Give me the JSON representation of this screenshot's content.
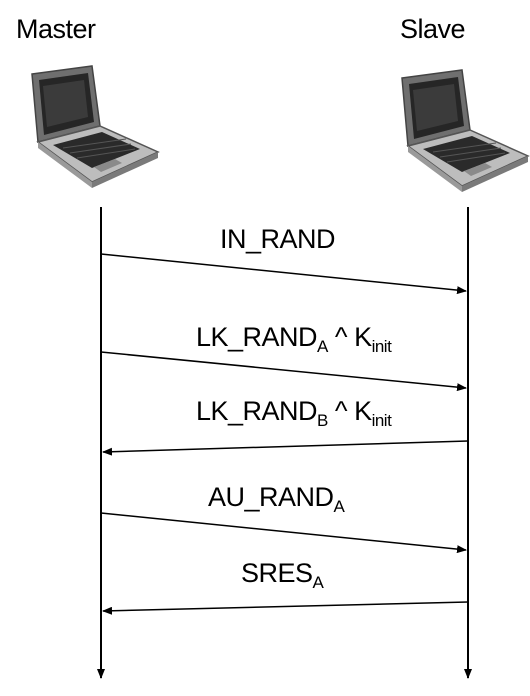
{
  "parties": {
    "master": "Master",
    "slave": "Slave"
  },
  "messages": [
    {
      "text": "IN_RAND",
      "sub": "",
      "suffix": "",
      "direction": "master-to-slave"
    },
    {
      "text": "LK_RAND",
      "sub": "A",
      "suffix": " ^ K",
      "suffix_sub": "init",
      "direction": "master-to-slave"
    },
    {
      "text": "LK_RAND",
      "sub": "B",
      "suffix": " ^ K",
      "suffix_sub": "init",
      "direction": "slave-to-master"
    },
    {
      "text": "AU_RAND",
      "sub": "A",
      "suffix": "",
      "direction": "master-to-slave"
    },
    {
      "text": "SRES",
      "sub": "A",
      "suffix": "",
      "direction": "slave-to-master"
    }
  ],
  "icons": {
    "master_device": "laptop-icon",
    "slave_device": "laptop-icon"
  }
}
